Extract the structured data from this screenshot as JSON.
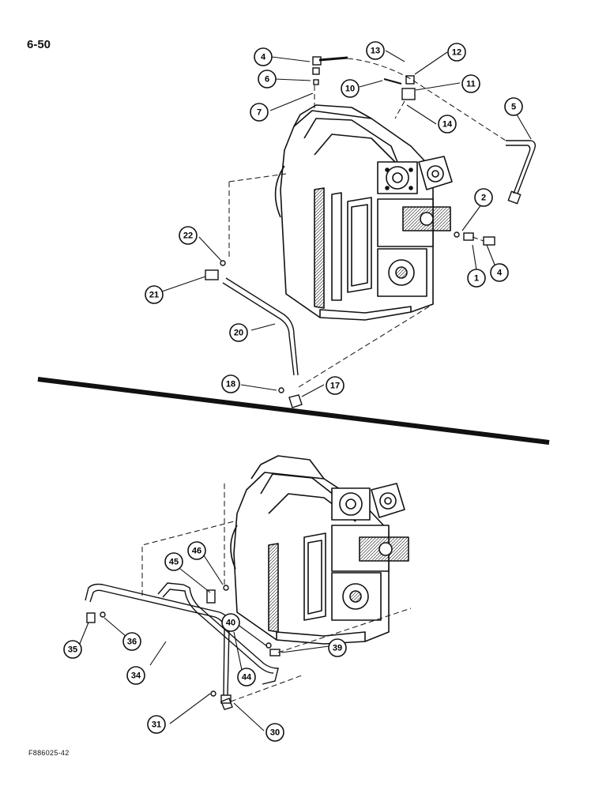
{
  "page": {
    "number": "6-50",
    "figure_code": "F886025-42"
  },
  "upper_view": {
    "callouts": [
      "4",
      "6",
      "7",
      "13",
      "12",
      "10",
      "11",
      "14",
      "5",
      "2",
      "4",
      "1",
      "22",
      "21",
      "20",
      "18",
      "17"
    ]
  },
  "lower_view": {
    "callouts": [
      "46",
      "45",
      "36",
      "35",
      "34",
      "44",
      "40",
      "39",
      "31",
      "30"
    ]
  },
  "colors": {
    "ink": "#111111",
    "paper": "#ffffff"
  }
}
